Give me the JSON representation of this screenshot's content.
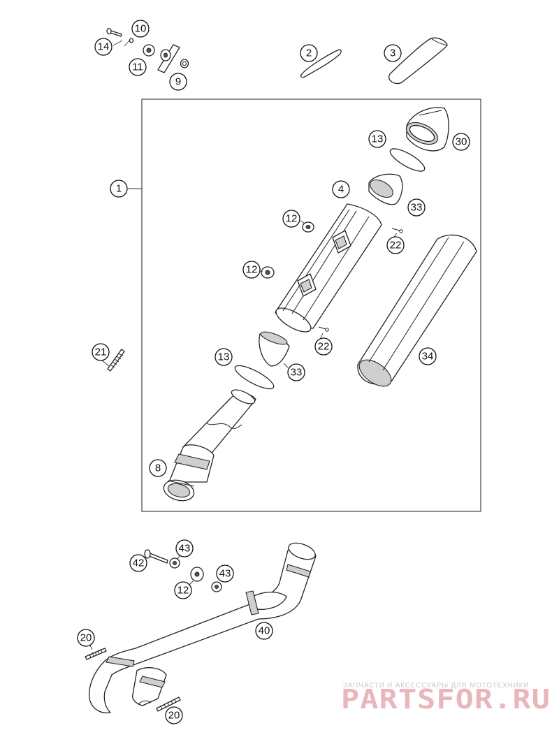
{
  "callouts": {
    "c14": "14",
    "c10": "10",
    "c11": "11",
    "c9": "9",
    "c2": "2",
    "c3": "3",
    "c1": "1",
    "c13a": "13",
    "c30": "30",
    "c4": "4",
    "c33a": "33",
    "c12a": "12",
    "c22a": "22",
    "c12b": "12",
    "c21": "21",
    "c22b": "22",
    "c13b": "13",
    "c33b": "33",
    "c34": "34",
    "c8": "8",
    "c43a": "43",
    "c42": "42",
    "c12c": "12",
    "c43b": "43",
    "c40": "40",
    "c20a": "20",
    "c20b": "20"
  },
  "watermark": {
    "subtitle": "ЗАПЧАСТИ И АКСЕССУАРЫ ДЛЯ МОТОТЕХНИКИ",
    "brand": "PARTSFOR.RU"
  }
}
